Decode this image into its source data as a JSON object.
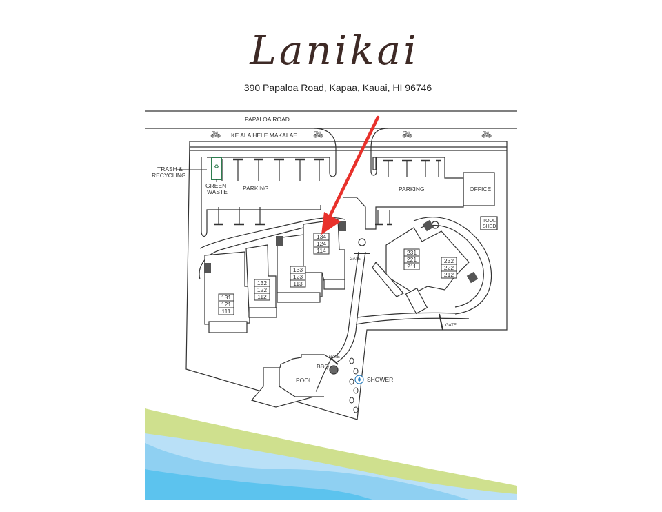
{
  "header": {
    "title": "Lanikai",
    "address": "390 Papaloa Road, Kapaa, Kauai, HI 96746"
  },
  "roads": {
    "main_road": "PAPALOA ROAD",
    "bike_path": "KE ALA HELE MAKALAE",
    "bike_icon_count": 4
  },
  "facilities": {
    "trash": "TRASH &",
    "recycling": "RECYCLING",
    "green_waste_1": "GREEN",
    "green_waste_2": "WASTE",
    "parking_left": "PARKING",
    "parking_right": "PARKING",
    "office": "OFFICE",
    "tool_shed_1": "TOOL",
    "tool_shed_2": "SHED",
    "gate_1": "GATE",
    "gate_2": "GATE",
    "gate_3": "GATE",
    "bbq": "BBQ",
    "pool": "POOL",
    "shower": "SHOWER"
  },
  "buildings": [
    {
      "units": [
        "131",
        "121",
        "111"
      ]
    },
    {
      "units": [
        "132",
        "122",
        "112"
      ]
    },
    {
      "units": [
        "133",
        "123",
        "113"
      ]
    },
    {
      "units": [
        "134",
        "124",
        "114"
      ],
      "highlighted": true
    },
    {
      "units": [
        "231",
        "221",
        "211"
      ]
    },
    {
      "units": [
        "232",
        "222",
        "212"
      ]
    }
  ],
  "annotation": {
    "arrow_target": "134",
    "arrow_color": "#e8312b"
  },
  "colors": {
    "title": "#3e2a26",
    "green_waste_box": "#2e7d4f",
    "grass": "#cfe08e",
    "water_light": "#b9e0f7",
    "water_mid": "#8fd0f2",
    "water_deep": "#5cc3ee"
  }
}
